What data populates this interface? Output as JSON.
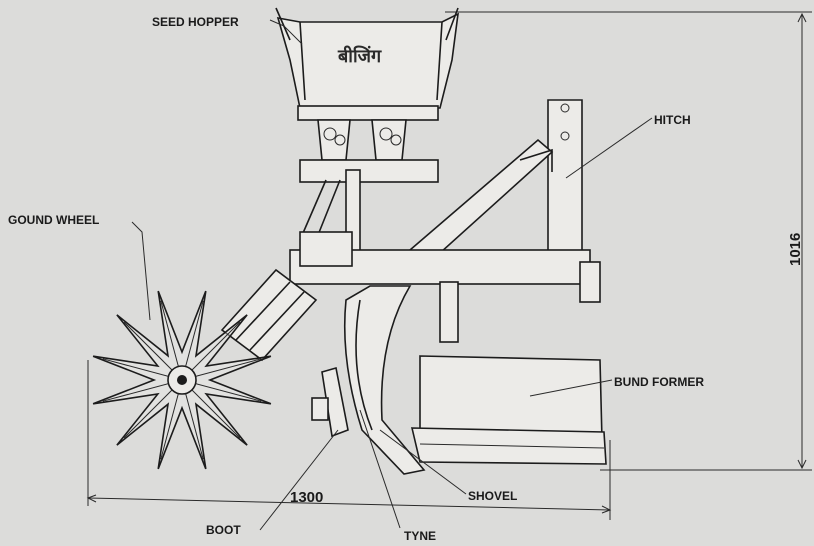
{
  "labels": {
    "seed_hopper": "SEED HOPPER",
    "hitch": "HITCH",
    "ground_wheel": "GOUND WHEEL",
    "bund_former": "BUND FORMER",
    "shovel": "SHOVEL",
    "boot": "BOOT",
    "tyne": "TYNE"
  },
  "hopper_brand": "बीजिंग",
  "dimensions": {
    "width": "1300",
    "height": "1016"
  }
}
